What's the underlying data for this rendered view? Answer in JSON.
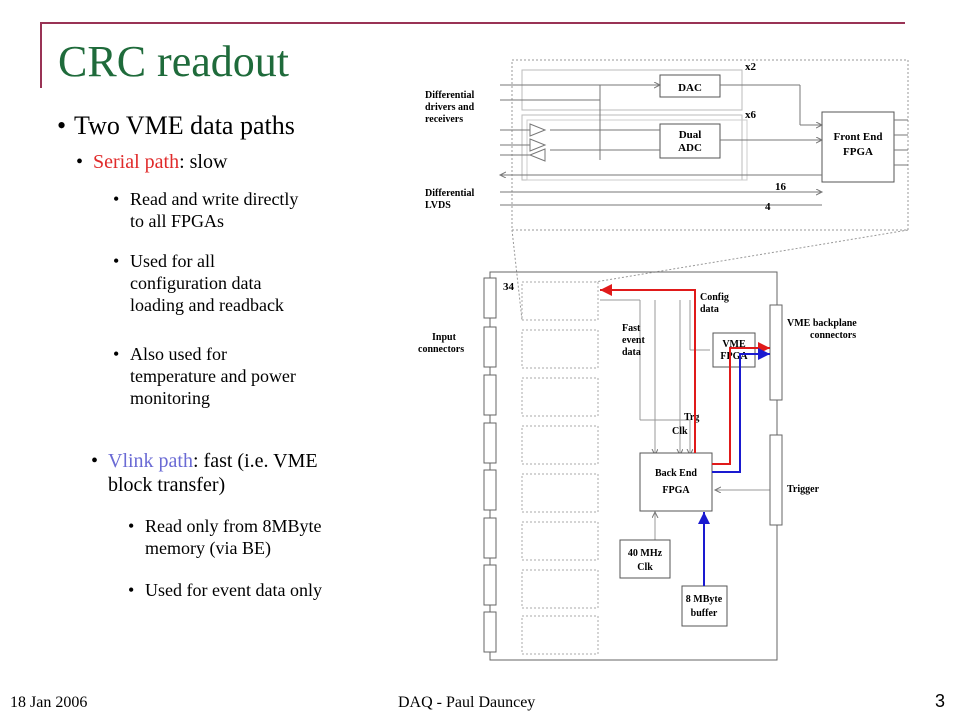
{
  "slide": {
    "title": "CRC readout",
    "bullets": {
      "main": "Two VME data paths",
      "serial_label": "Serial path",
      "serial_rest": ": slow",
      "serial_items": [
        [
          "Read and write directly",
          "to all FPGAs"
        ],
        [
          "Used for all",
          "configuration data",
          "loading and readback"
        ],
        [
          "Also used for",
          "temperature and power",
          "monitoring"
        ]
      ],
      "vlink_label": "Vlink path",
      "vlink_rest_1": ": fast (i.e. VME",
      "vlink_rest_2": "block transfer)",
      "vlink_items": [
        [
          "Read only from 8MByte",
          "memory (via BE)"
        ],
        [
          "Used for event data only"
        ]
      ]
    },
    "footer": {
      "date": "18 Jan 2006",
      "center": "DAQ - Paul Dauncey",
      "page": "3"
    }
  },
  "diagram": {
    "labels": {
      "diff_drivers": [
        "Differential",
        "drivers and",
        "receivers"
      ],
      "dac": "DAC",
      "x2": "x2",
      "x6": "x6",
      "dual_adc": [
        "Dual",
        "ADC"
      ],
      "front_end": [
        "Front End",
        "FPGA"
      ],
      "diff_lvds": [
        "Differential",
        "LVDS"
      ],
      "n16": "16",
      "n4": "4",
      "n34": "34",
      "input_connectors": [
        "Input",
        "connectors"
      ],
      "config_data": [
        "Config",
        "data"
      ],
      "fast_event": [
        "Fast",
        "event",
        "data"
      ],
      "vme_fpga": [
        "VME",
        "FPGA"
      ],
      "vme_backplane": [
        "VME backplane",
        "connectors"
      ],
      "trg": "Trg",
      "clk": "Clk",
      "back_end": [
        "Back End",
        "FPGA"
      ],
      "trigger": "Trigger",
      "clk40": [
        "40 MHz",
        "Clk"
      ],
      "buffer": [
        "8 MByte",
        "buffer"
      ]
    },
    "colors": {
      "serial_path": "#e01a1a",
      "vlink_path": "#1a1ad0",
      "title": "#1f6b3b",
      "frame": "#993355"
    }
  }
}
